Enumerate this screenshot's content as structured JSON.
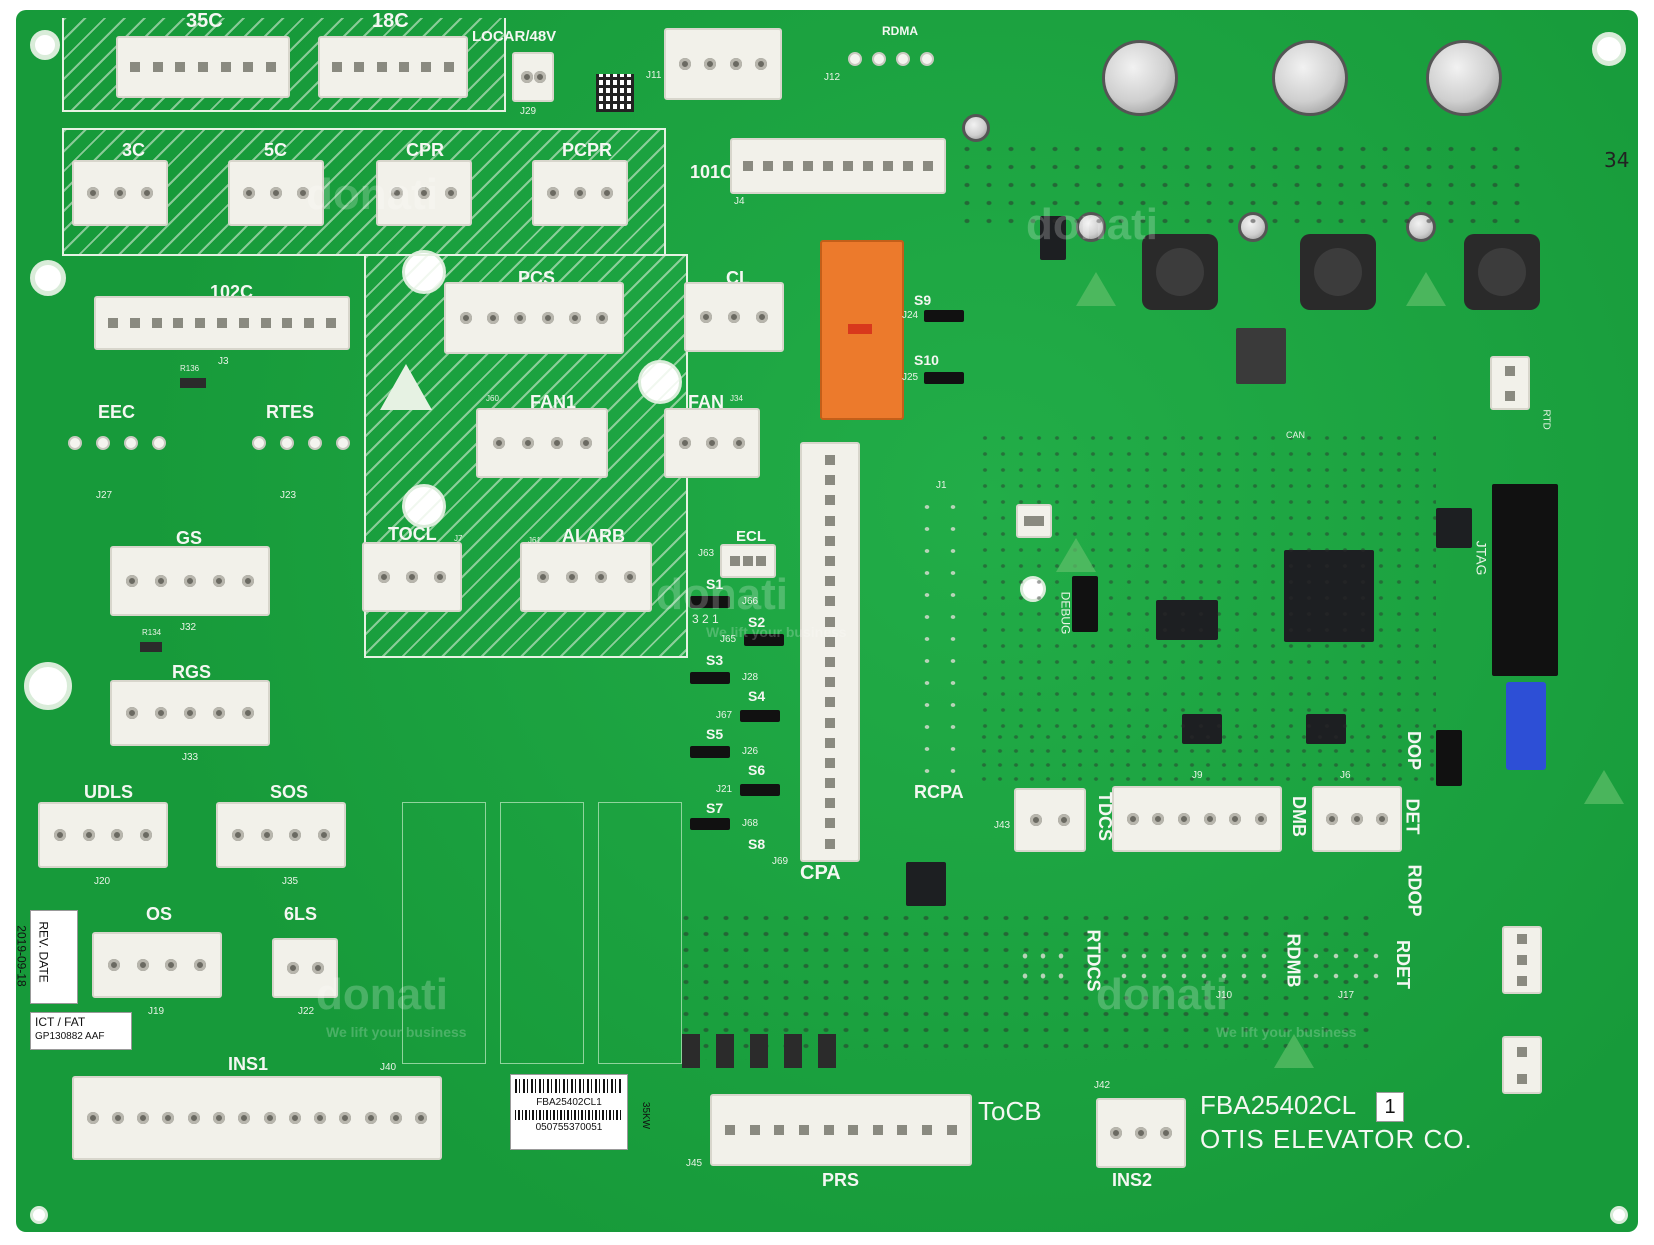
{
  "board": {
    "part_number": "FBA25402CL",
    "revision_box": "1",
    "manufacturer": "OTIS ELEVATOR CO.",
    "side_label": "ToCB",
    "handwritten": "34",
    "rev_label": "REV. DATE",
    "rev_date": "2019-09-18",
    "ict_label": "ICT / FAT",
    "gp_code": "GP130882 AAF",
    "sticker_part": "FBA25402CL1",
    "sticker_serial": "050755370051",
    "sticker_side": "35KW"
  },
  "watermark": {
    "brand": "donati",
    "tagline": "We lift your business"
  },
  "labels": {
    "c35": "35C",
    "c18": "18C",
    "locar": "LOCAR/48V",
    "rdma": "RDMA",
    "c3": "3C",
    "c5": "5C",
    "cpr": "CPR",
    "pcpr": "PCPR",
    "c101": "101C",
    "c102": "102C",
    "pcs": "PCS",
    "cl": "CL",
    "eec": "EEC",
    "rtes": "RTES",
    "fan1": "FAN1",
    "fan": "FAN",
    "ecl": "ECL",
    "gs": "GS",
    "tocl": "TOCL",
    "alarb": "ALARB",
    "rgs": "RGS",
    "udls": "UDLS",
    "sos": "SOS",
    "os": "OS",
    "ls6": "6LS",
    "ins1": "INS1",
    "prs": "PRS",
    "ins2": "INS2",
    "cpa": "CPA",
    "rcpa": "RCPA",
    "tdcs": "TDCS",
    "dmb": "DMB",
    "dop": "DOP",
    "det": "DET",
    "rdop": "RDOP",
    "rtdcs": "RTDCS",
    "rdmb": "RDMB",
    "rdet": "RDET",
    "debug": "DEBUG",
    "jtag": "JTAG",
    "rtd": "RTD",
    "can": "CAN"
  },
  "designators": {
    "j29": "J29",
    "j11": "J11",
    "j12": "J12",
    "j4": "J4",
    "j3": "J3",
    "j27": "J27",
    "j23": "J23",
    "j32": "J32",
    "j33": "J33",
    "j20": "J20",
    "j35": "J35",
    "j19": "J19",
    "j22": "J22",
    "j40": "J40",
    "j45": "J45",
    "j42": "J42",
    "j43": "J43",
    "j9": "J9",
    "j6": "J6",
    "j10": "J10",
    "j17": "J17",
    "j1": "J1",
    "j63": "J63",
    "j66": "J66",
    "j65": "J65",
    "j28": "J28",
    "j67": "J67",
    "j26": "J26",
    "j21": "J21",
    "j68": "J68",
    "j69": "J69",
    "j24": "J24",
    "j25": "J25",
    "j60": "J60",
    "j34": "J34",
    "j61": "J61",
    "j7": "J7",
    "r134": "R134",
    "r136": "R136"
  },
  "jumpers": {
    "s1": "S1",
    "s2": "S2",
    "s3": "S3",
    "s4": "S4",
    "s5": "S5",
    "s6": "S6",
    "s7": "S7",
    "s8": "S8",
    "s9": "S9",
    "s10": "S10",
    "pins": "3 2 1"
  },
  "colors": {
    "pcb": "#1aa23e",
    "silkscreen": "#f4f7f2",
    "connector": "#f2f1ea",
    "relay": "#ec7a2c",
    "ic": "#1d1f22"
  }
}
